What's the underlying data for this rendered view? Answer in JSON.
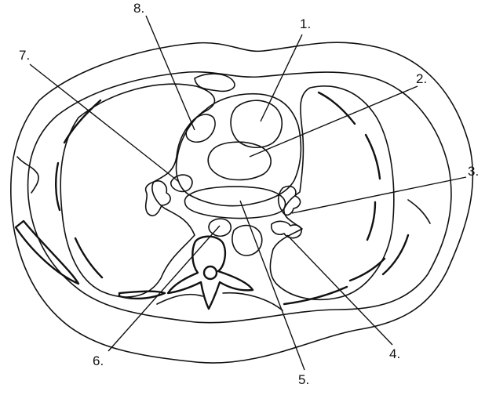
{
  "labels": {
    "l1": "1.",
    "l2": "2.",
    "l3": "3.",
    "l4": "4.",
    "l5": "5.",
    "l6": "6.",
    "l7": "7.",
    "l8": "8."
  },
  "colors": {
    "ink": "#111111",
    "background": "#ffffff"
  }
}
